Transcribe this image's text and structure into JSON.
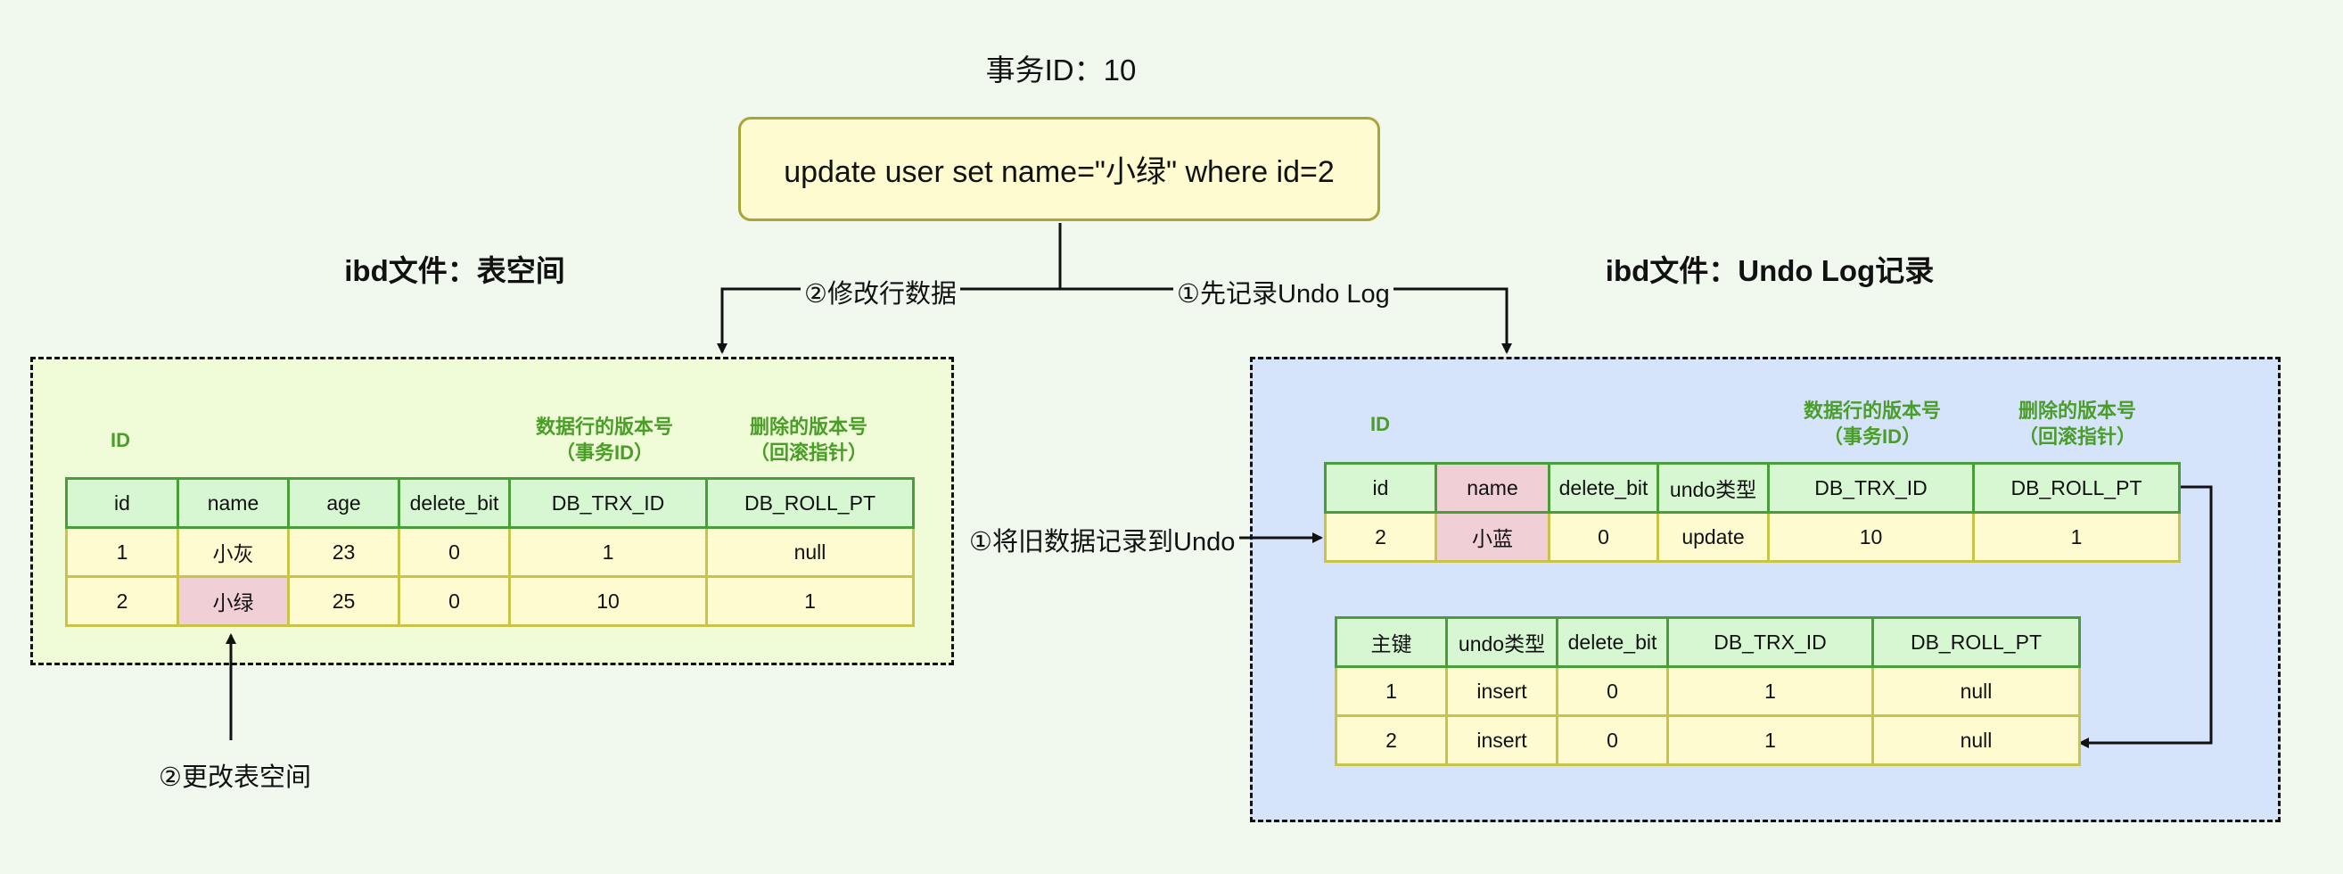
{
  "transaction_title": "事务ID：10",
  "sql": "update user set name=\"小绿\" where id=2",
  "left_section_title": "ibd文件：表空间",
  "right_section_title": "ibd文件：Undo Log记录",
  "edges": {
    "modify_row": "②修改行数据",
    "record_undo": "①先记录Undo Log",
    "old_to_undo": "①将旧数据记录到Undo",
    "update_tablespace": "②更改表空间"
  },
  "left_table": {
    "labels": {
      "id": "ID",
      "trx": "数据行的版本号\n（事务ID）",
      "roll": "删除的版本号\n（回滚指针）"
    },
    "headers": [
      "id",
      "name",
      "age",
      "delete_bit",
      "DB_TRX_ID",
      "DB_ROLL_PT"
    ],
    "rows": [
      [
        "1",
        "小灰",
        "23",
        "0",
        "1",
        "null"
      ],
      [
        "2",
        "小绿",
        "25",
        "0",
        "10",
        "1"
      ]
    ]
  },
  "undo_table": {
    "labels": {
      "id": "ID",
      "trx": "数据行的版本号\n（事务ID）",
      "roll": "删除的版本号\n（回滚指针）"
    },
    "headers": [
      "id",
      "name",
      "delete_bit",
      "undo类型",
      "DB_TRX_ID",
      "DB_ROLL_PT"
    ],
    "rows": [
      [
        "2",
        "小蓝",
        "0",
        "update",
        "10",
        "1"
      ]
    ]
  },
  "insert_undo_table": {
    "headers": [
      "主键",
      "undo类型",
      "delete_bit",
      "DB_TRX_ID",
      "DB_ROLL_PT"
    ],
    "rows": [
      [
        "1",
        "insert",
        "0",
        "1",
        "null"
      ],
      [
        "2",
        "insert",
        "0",
        "1",
        "null"
      ]
    ]
  },
  "colors": {
    "background": "#f1f9ef",
    "sql_box_fill": "#fdfbcf",
    "sql_box_border": "#a9a53a",
    "left_container_fill": "#f0fcd8",
    "right_container_fill": "#d5e3fb",
    "header_fill": "#d7f7d2",
    "header_border": "#4a9e3a",
    "cell_fill": "#fefbd0",
    "cell_border": "#c9c34a",
    "highlight_fill": "#f1cfd6",
    "label_green": "#4a9e28"
  }
}
